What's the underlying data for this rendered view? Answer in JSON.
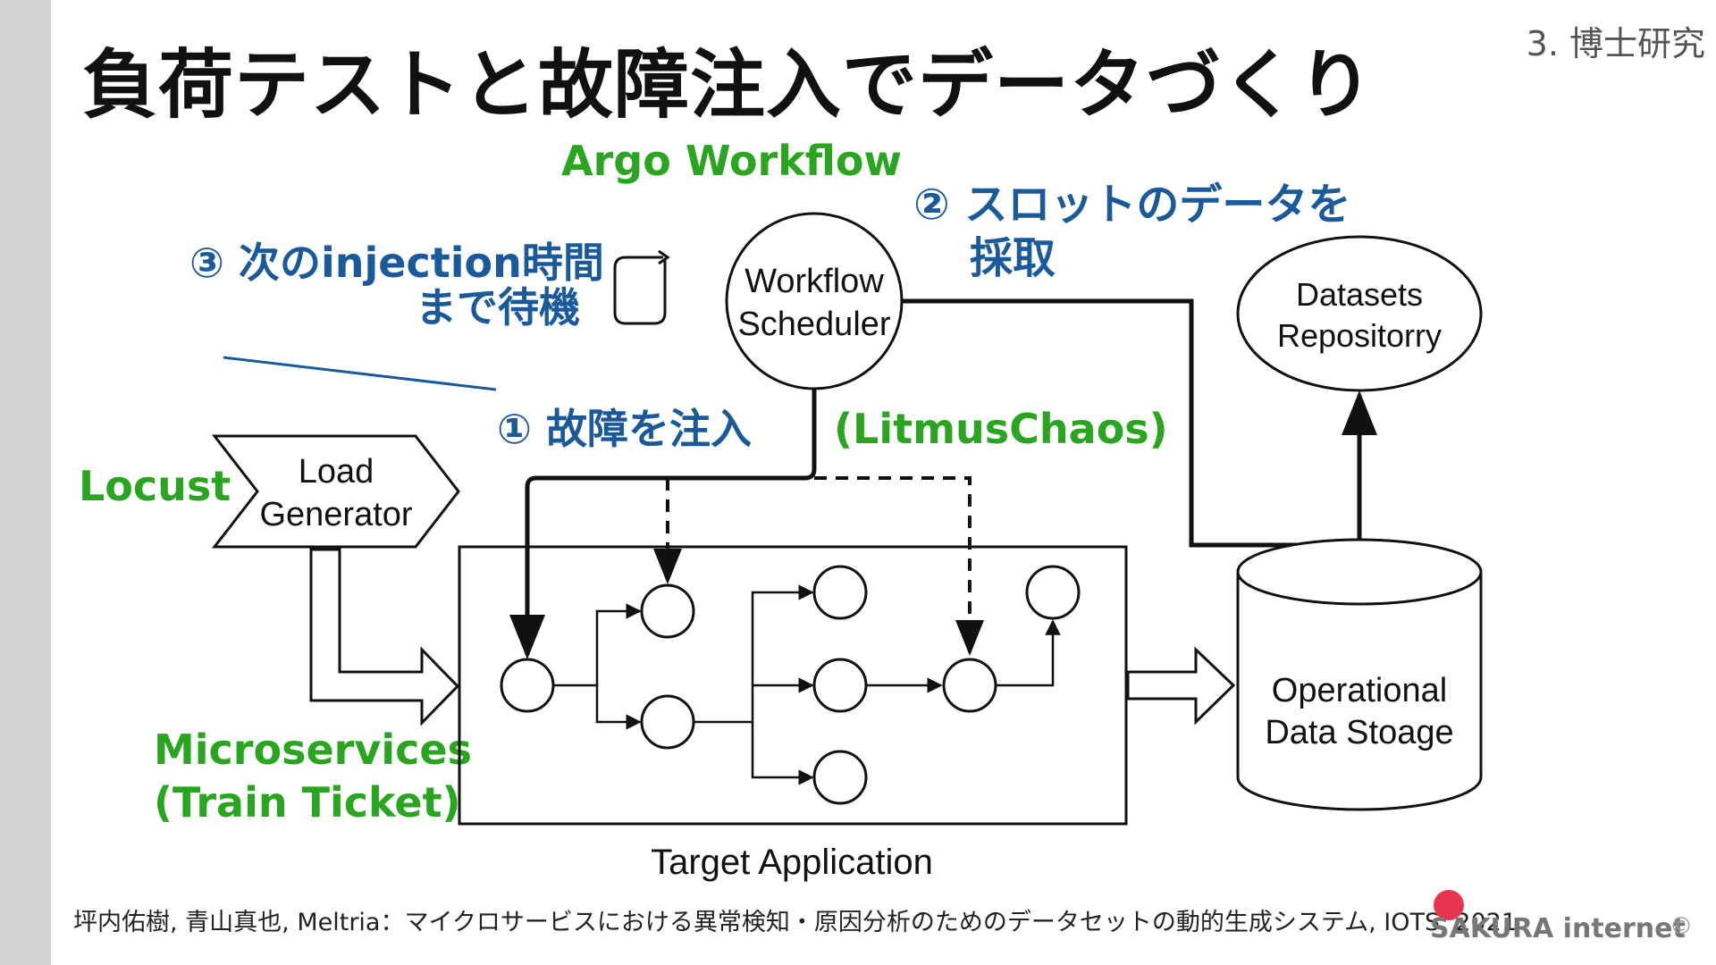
{
  "slide": {
    "title": "負荷テストと故障注入でデータづくり",
    "section": "3. 博士研究",
    "citation": "坪内佑樹, 青山真也, Meltria：マイクロサービスにおける異常検知・原因分析のためのデータセットの動的生成システム, IOTS, 2021",
    "brand": "SAKURA internet",
    "brand_mark": "©"
  },
  "diagram": {
    "argo_label": "Argo Workflow",
    "workflow_scheduler": [
      "Workflow",
      "Scheduler"
    ],
    "step2": [
      "② スロットのデータを",
      "採取"
    ],
    "step3": [
      "③ 次のinjection時間",
      "まで待機"
    ],
    "datasets_repository": [
      "Datasets",
      "Repositorry"
    ],
    "step1": "① 故障を注入",
    "litmus_label": "(LitmusChaos)",
    "locust_label": "Locust",
    "load_generator": [
      "Load",
      "Generator"
    ],
    "microservices_label": [
      "Microservices",
      "(Train Ticket)"
    ],
    "operational_data_storage": [
      "Operational",
      "Data Stoage"
    ],
    "target_application": "Target Application"
  },
  "colors": {
    "green_label": "#2aa520",
    "blue_label": "#1a5a9a",
    "line": "#111111",
    "sidebar": "#d4d4d4",
    "brand_dot": "#e8364f"
  }
}
